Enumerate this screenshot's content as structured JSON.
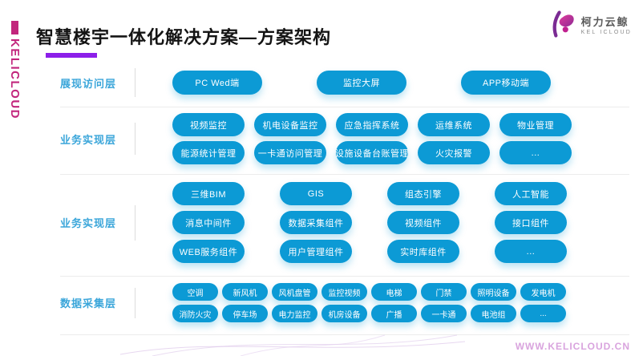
{
  "sidebar": {
    "brand_vertical": "KELICLOUD"
  },
  "header": {
    "title": "智慧楼宇一体化解决方案—方案架构",
    "logo": {
      "name": "柯力云鲸",
      "sub": "KEL ICLOUD"
    }
  },
  "layers": [
    {
      "label": "展现访问层",
      "rows": [
        [
          "PC Wed端",
          "监控大屏",
          "APP移动端"
        ]
      ]
    },
    {
      "label": "业务实现层",
      "rows": [
        [
          "视频监控",
          "机电设备监控",
          "应急指挥系统",
          "运维系统",
          "物业管理"
        ],
        [
          "能源统计管理",
          "一卡通访问管理",
          "设施设备台账管理",
          "火灾报警",
          "..."
        ]
      ]
    },
    {
      "label": "业务实现层",
      "rows": [
        [
          "三维BIM",
          "GIS",
          "组态引擎",
          "人工智能"
        ],
        [
          "消息中间件",
          "数据采集组件",
          "视频组件",
          "接口组件"
        ],
        [
          "WEB服务组件",
          "用户管理组件",
          "实时库组件",
          "..."
        ]
      ]
    },
    {
      "label": "数据采集层",
      "rows": [
        [
          "空调",
          "新风机",
          "风机盘管",
          "监控视频",
          "电梯",
          "门禁",
          "照明设备",
          "发电机"
        ],
        [
          "消防火灾",
          "停车场",
          "电力监控",
          "机房设备",
          "广播",
          "一卡通",
          "电池组",
          "..."
        ]
      ]
    }
  ],
  "footer": {
    "url": "WWW.KELICLOUD.CN"
  },
  "colors": {
    "pill_blue": "#0c9ad5",
    "label_blue": "#3ba6da",
    "brand_magenta": "#c2267d",
    "title_underline_purple": "#8c1fe9",
    "footer_pink": "#d9a4de"
  }
}
